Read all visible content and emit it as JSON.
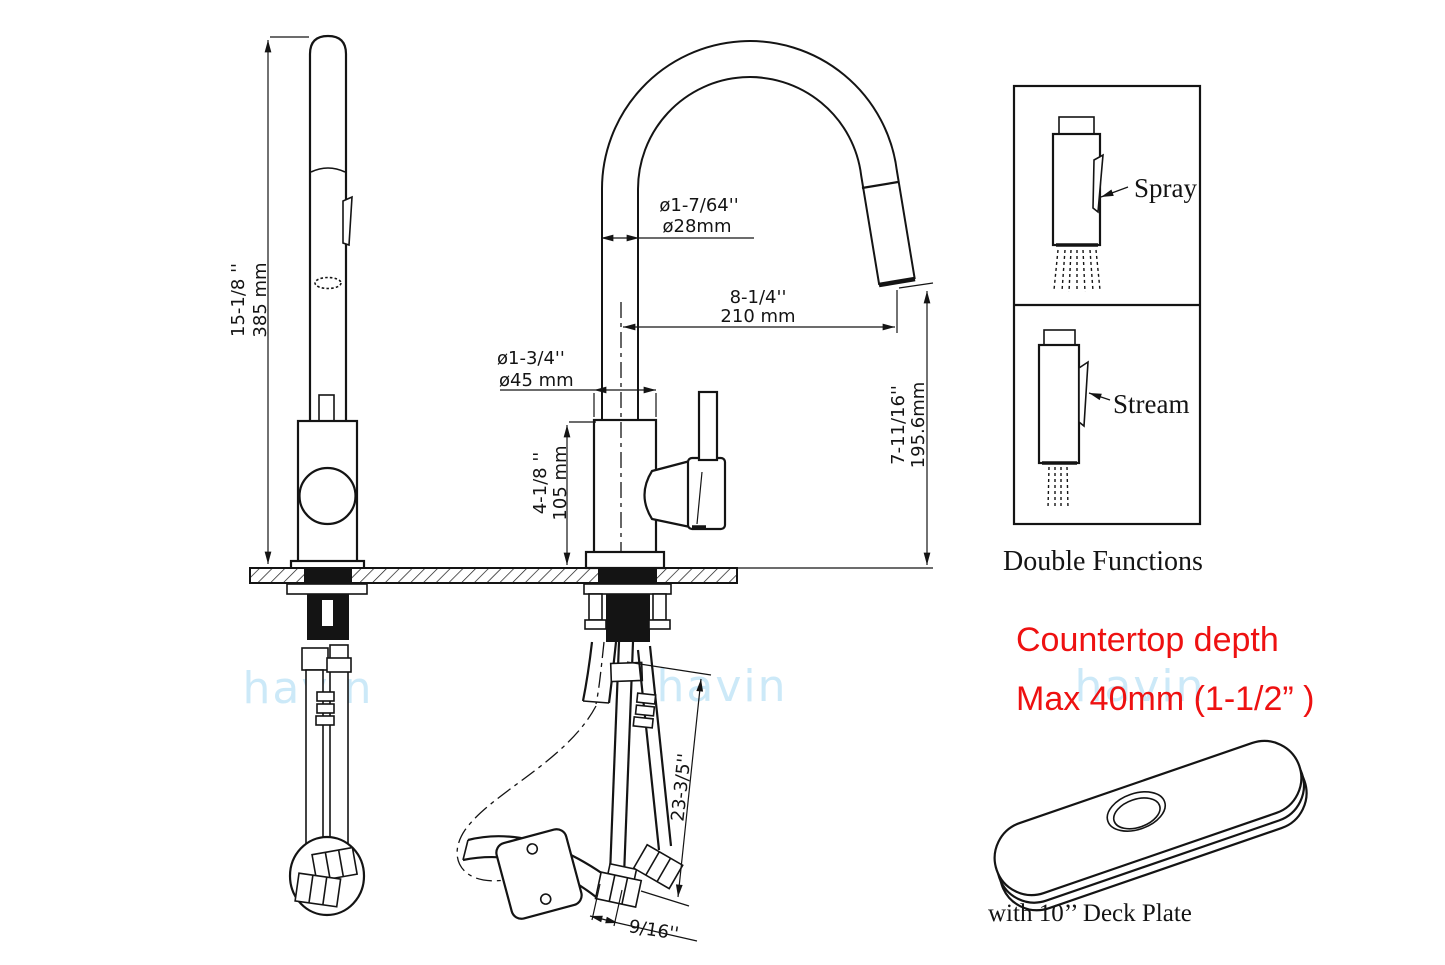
{
  "diagram": {
    "watermark": "havin",
    "left_view": {
      "overall_height_in": "15-1/8 ''",
      "overall_height_mm": "385 mm"
    },
    "front_view": {
      "spout_tube_diameter_in": "ø1-7/64''",
      "spout_tube_diameter_mm": "ø28mm",
      "spout_reach_in": "8-1/4''",
      "spout_reach_mm": "210 mm",
      "body_diameter_in": "ø1-3/4''",
      "body_diameter_mm": "ø45 mm",
      "deck_to_body_top_in": "4-1/8 ''",
      "deck_to_body_top_mm": "105 mm",
      "deck_to_spout_in": "7-11/16''",
      "deck_to_spout_mm": "195.6mm",
      "hose_length_in": "23-3/5''",
      "hose_connector_in": "9/16''"
    },
    "functions": {
      "spray": "Spray",
      "stream": "Stream",
      "caption": "Double Functions"
    },
    "note": {
      "line1": "Countertop depth",
      "line2": "Max 40mm (1-1/2” )",
      "color": "#ee1111"
    },
    "deck_plate_caption": "with 10’’ Deck Plate"
  }
}
